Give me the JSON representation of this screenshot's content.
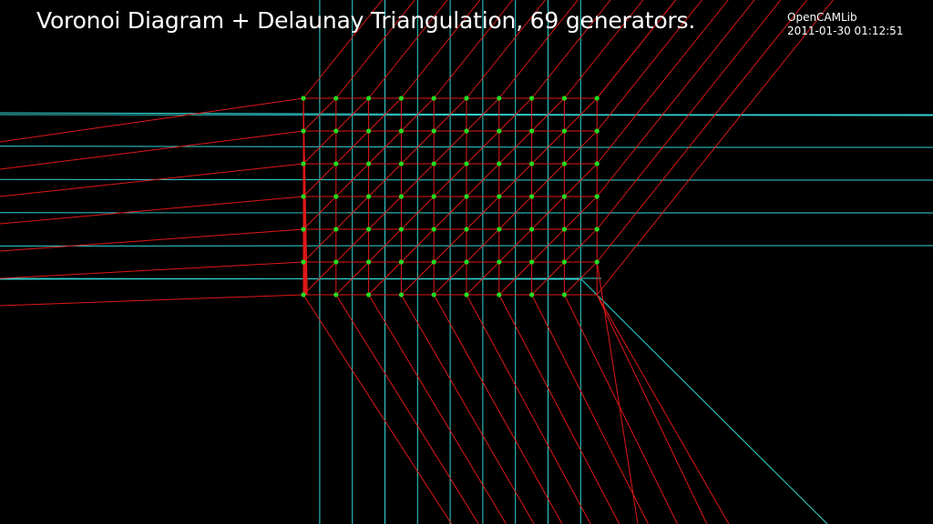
{
  "title": "Voronoi Diagram + Delaunay Triangulation, 69 generators.",
  "library": "OpenCAMLib",
  "timestamp": "2011-01-30 01:12:51",
  "colors": {
    "background": "#000000",
    "voronoi_edges": "#33d6d6",
    "delaunay_edges": "#e01818",
    "generator_points": "#22dd22",
    "text": "#ffffff"
  },
  "generators": {
    "layout": "grid",
    "columns": 10,
    "rows": 7
  }
}
